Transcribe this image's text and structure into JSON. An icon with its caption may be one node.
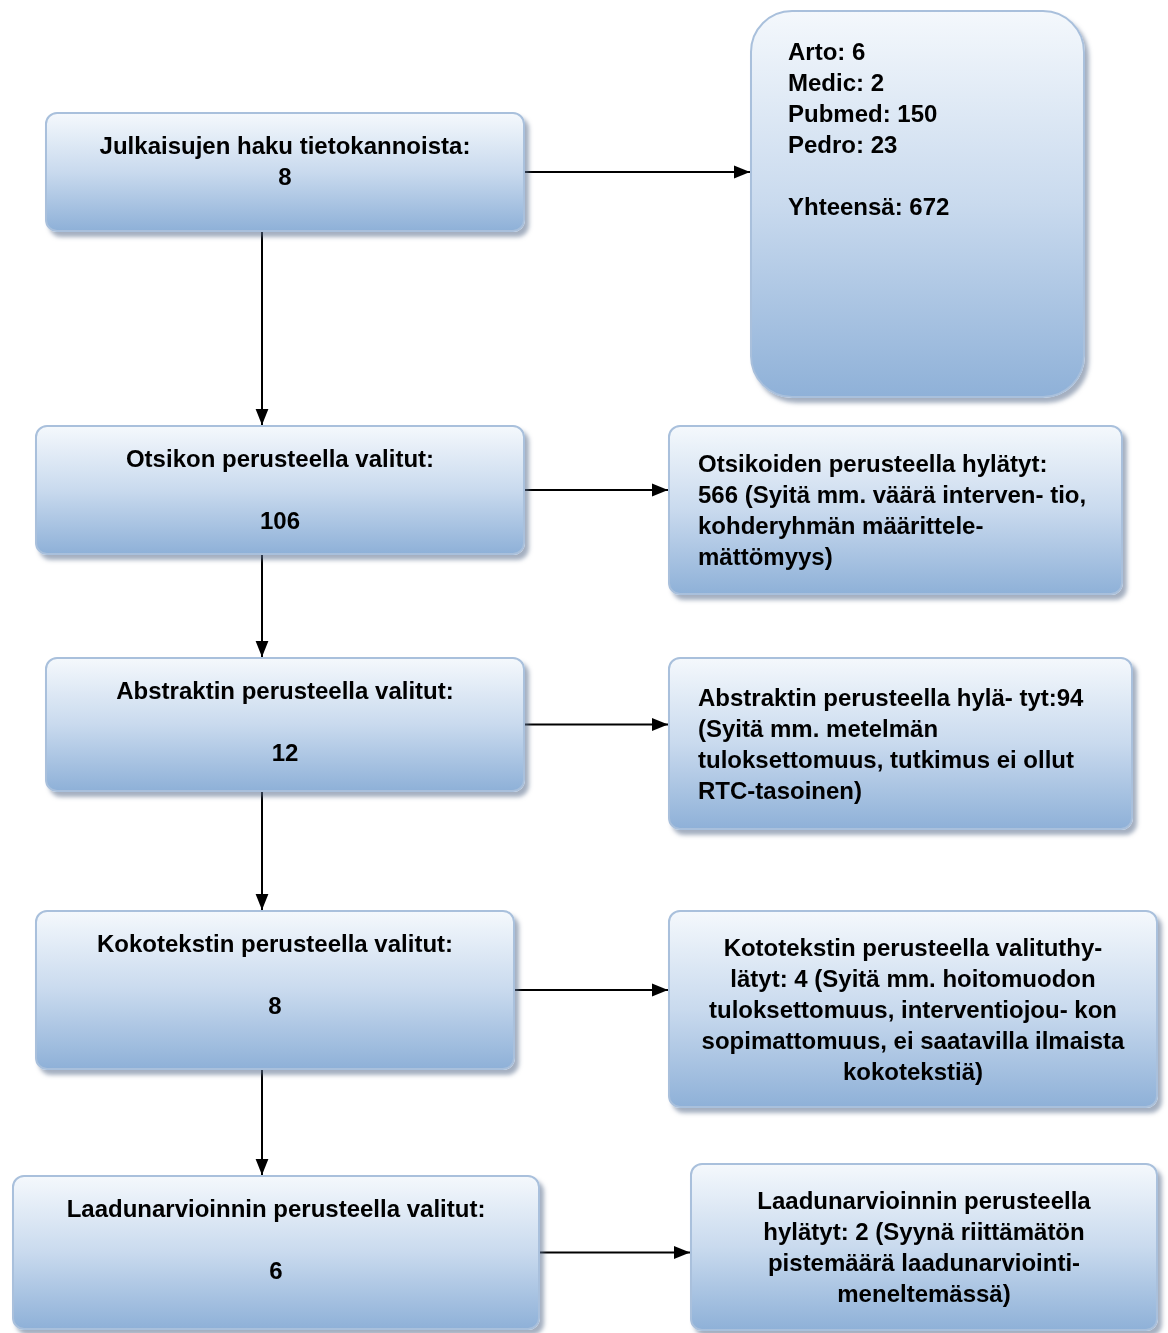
{
  "diagram": {
    "nodes": [
      {
        "text": [
          "Julkaisujen haku tietokannoista:",
          "8"
        ]
      },
      {
        "text": [
          "Arto: 6",
          "Medic: 2",
          "Pubmed: 150",
          "Pedro: 23",
          "Yhteensä: 672"
        ]
      },
      {
        "text": [
          "Otsikon perusteella valitut:",
          "106"
        ]
      },
      {
        "text": [
          "Otsikoiden perusteella hylätyt: 566 (Syitä mm. väärä interven- tio, kohderyhmän määrittele- mättömyys)"
        ]
      },
      {
        "text": [
          "Abstraktin perusteella valitut:",
          "12"
        ]
      },
      {
        "text": [
          "Abstraktin perusteella hylä- tyt:94 (Syitä mm. metelmän tuloksettomuus, tutkimus ei ollut RTC-tasoinen)"
        ]
      },
      {
        "text": [
          "Kokotekstin perusteella valitut:",
          "8"
        ]
      },
      {
        "text": [
          "Kototekstin perusteella valituthy- lätyt: 4 (Syitä mm. hoitomuodon tuloksettomuus, interventiojou- kon sopimattomuus, ei saatavilla ilmaista kokotekstiä)"
        ]
      },
      {
        "text": [
          "Laadunarvioinnin perusteella valitut:",
          "6"
        ]
      },
      {
        "text": [
          "Laadunarvioinnin perusteella hylätyt: 2 (Syynä riittämätön pistemäärä laadunarviointi- meneltemässä)"
        ]
      }
    ],
    "edges": [
      {
        "from": 0,
        "to": 1,
        "arrow": "to"
      },
      {
        "from": 0,
        "to": 2,
        "arrow": "to"
      },
      {
        "from": 2,
        "to": 3,
        "arrow": "to"
      },
      {
        "from": 2,
        "to": 4,
        "arrow": "to"
      },
      {
        "from": 4,
        "to": 5,
        "arrow": "to"
      },
      {
        "from": 4,
        "to": 6,
        "arrow": "to"
      },
      {
        "from": 6,
        "to": 7,
        "arrow": "to"
      },
      {
        "from": 6,
        "to": 8,
        "arrow": "to"
      },
      {
        "from": 8,
        "to": 9,
        "arrow": "to"
      }
    ]
  }
}
